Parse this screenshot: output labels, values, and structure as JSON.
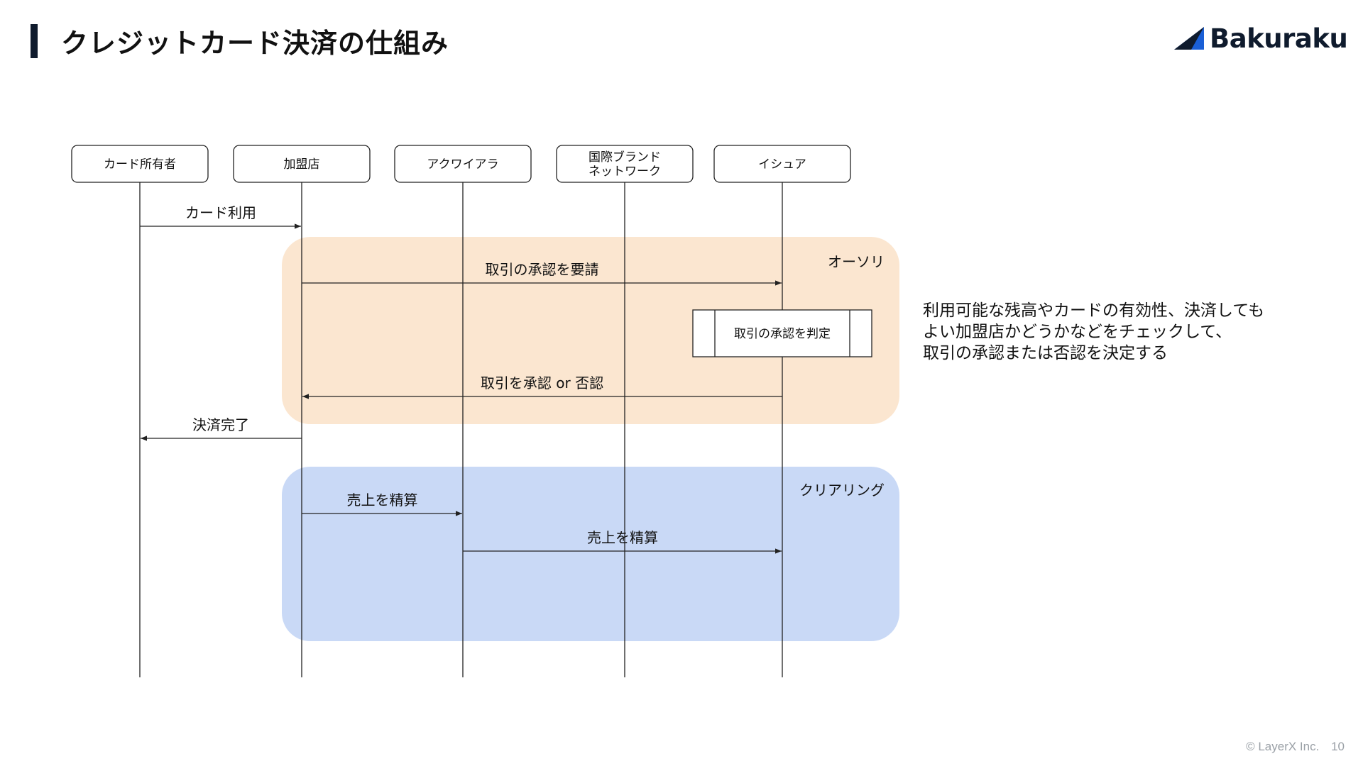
{
  "slide": {
    "title": "クレジットカード決済の仕組み",
    "brand": "Bakuraku",
    "copyright": "© LayerX Inc.",
    "page_number": "10",
    "note_lines": [
      "利用可能な残高やカードの有効性、決済しても",
      "よい加盟店かどうかなどをチェックして、",
      "取引の承認または否認を決定する"
    ]
  },
  "colors": {
    "title_bar": "#0f1b2d",
    "logo_accent": "#1a5fd6",
    "auth_region": "#fbe6d0",
    "clearing_region": "#c9d9f6",
    "line": "#222222"
  },
  "diagram": {
    "participants": [
      {
        "id": "cardholder",
        "label": "カード所有者"
      },
      {
        "id": "merchant",
        "label": "加盟店"
      },
      {
        "id": "acquirer",
        "label": "アクワイアラ"
      },
      {
        "id": "network",
        "label": "国際ブランド\nネットワーク"
      },
      {
        "id": "issuer",
        "label": "イシュア"
      }
    ],
    "regions": [
      {
        "id": "authorization",
        "label": "オーソリ"
      },
      {
        "id": "clearing",
        "label": "クリアリング"
      }
    ],
    "messages": [
      {
        "from": "cardholder",
        "to": "merchant",
        "label": "カード利用"
      },
      {
        "from": "merchant",
        "to": "issuer",
        "label": "取引の承認を要請"
      },
      {
        "from": "issuer",
        "to": "merchant",
        "label": "取引を承認 or 否認"
      },
      {
        "from": "merchant",
        "to": "cardholder",
        "label": "決済完了"
      },
      {
        "from": "merchant",
        "to": "acquirer",
        "label": "売上を精算"
      },
      {
        "from": "acquirer",
        "to": "issuer",
        "label": "売上を精算"
      }
    ],
    "process": {
      "at": "issuer",
      "label": "取引の承認を判定"
    }
  }
}
